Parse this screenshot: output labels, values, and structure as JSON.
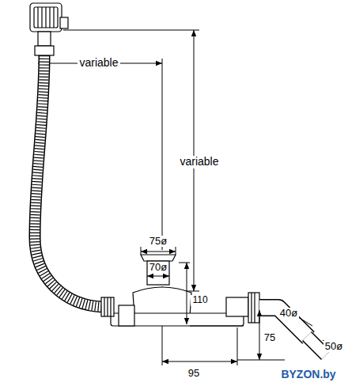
{
  "diagram": {
    "labels": [
      "variable",
      "variable",
      "75ø",
      "70ø",
      "110",
      "75",
      "40ø",
      "50ø",
      "95",
      "BYZON.by"
    ]
  }
}
